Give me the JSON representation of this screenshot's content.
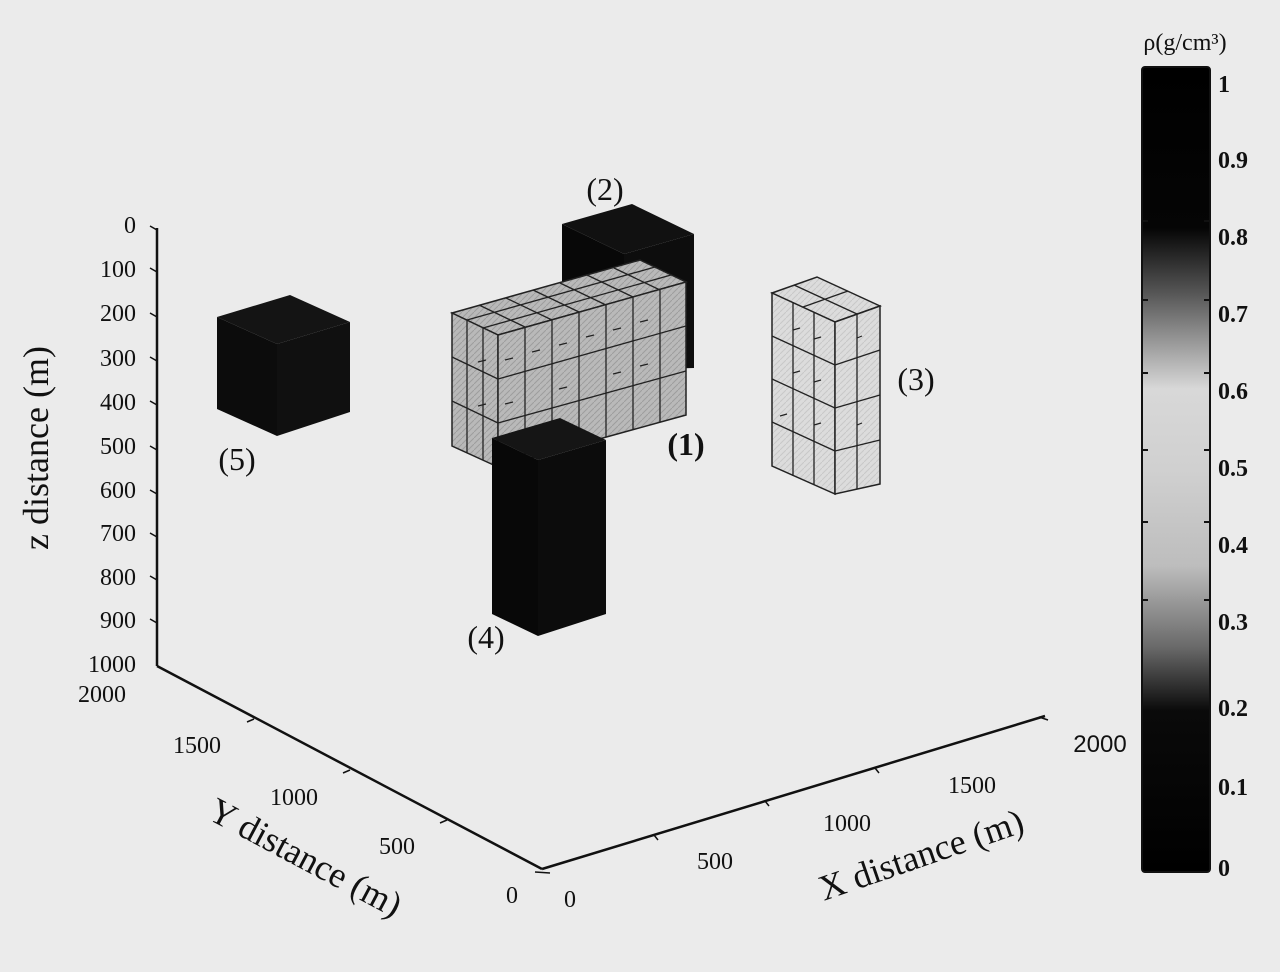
{
  "chart_data": {
    "type": "3d-voxel",
    "title": "",
    "xlabel": "X distance (m)",
    "ylabel": "Y distance (m)",
    "zlabel": "z distance (m)",
    "x_ticks": [
      "0",
      "500",
      "1000",
      "1500",
      "2000"
    ],
    "y_ticks": [
      "0",
      "500",
      "1000",
      "1500",
      "2000"
    ],
    "z_ticks": [
      "0",
      "100",
      "200",
      "300",
      "400",
      "500",
      "600",
      "700",
      "800",
      "900",
      "1000"
    ],
    "xlim": [
      0,
      2000
    ],
    "ylim": [
      0,
      2000
    ],
    "zlim": [
      0,
      1000
    ],
    "z_reversed": true,
    "colorbar": {
      "title": "ρ(g/cm³)",
      "ticks": [
        "0",
        "0.1",
        "0.2",
        "0.3",
        "0.4",
        "0.5",
        "0.6",
        "0.7",
        "0.8",
        "0.9",
        "1"
      ],
      "range": [
        0,
        1
      ],
      "colormap": "black-white-black"
    },
    "bodies": [
      {
        "label": "(1)",
        "description": "gridded block, medium grey",
        "density_approx": 0.5,
        "style": "gridded"
      },
      {
        "label": "(2)",
        "description": "solid block behind (1)",
        "density_approx": 1.0,
        "style": "solid"
      },
      {
        "label": "(3)",
        "description": "gridded vertical column, light grey",
        "density_approx": 0.6,
        "style": "gridded"
      },
      {
        "label": "(4)",
        "description": "solid vertical prism below (1)",
        "density_approx": 1.0,
        "style": "solid"
      },
      {
        "label": "(5)",
        "description": "solid cube",
        "density_approx": 1.0,
        "style": "solid"
      }
    ]
  },
  "labels": {
    "obj1": "(1)",
    "obj2": "(2)",
    "obj3": "(3)",
    "obj4": "(4)",
    "obj5": "(5)"
  },
  "axes": {
    "x_title": "X distance (m)",
    "y_title": "Y distance (m)",
    "z_title": "z distance (m)",
    "z_ticks": [
      "0",
      "100",
      "200",
      "300",
      "400",
      "500",
      "600",
      "700",
      "800",
      "900",
      "1000"
    ],
    "y_ticks": {
      "t2000": "2000",
      "t1500": "1500",
      "t1000": "1000",
      "t500": "500",
      "t0": "0"
    },
    "x_ticks": {
      "t0": "0",
      "t500": "500",
      "t1000": "1000",
      "t1500": "1500",
      "t2000": "2000"
    }
  },
  "colorbar": {
    "title": "ρ(g/cm³)",
    "ticks": [
      "1",
      "0.9",
      "0.8",
      "0.7",
      "0.6",
      "0.5",
      "0.4",
      "0.3",
      "0.2",
      "0.1",
      "0"
    ]
  }
}
